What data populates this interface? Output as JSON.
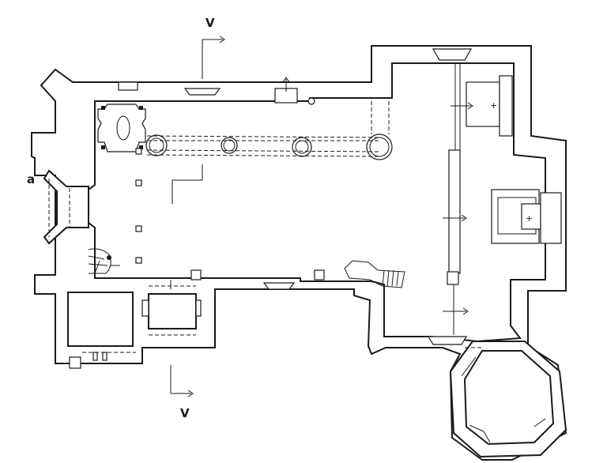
{
  "labels": {
    "section_top": "V",
    "section_bottom": "V",
    "side_a": "a"
  },
  "altars": {
    "upper_mark": "+",
    "lower_mark": "+"
  },
  "colors": {
    "ink": "#1a1a1a",
    "paper": "#ffffff"
  }
}
